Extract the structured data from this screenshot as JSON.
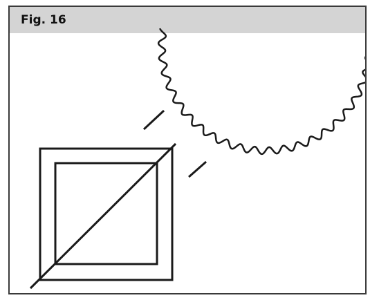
{
  "figure": {
    "label": "Fig. 16"
  },
  "diagram": {
    "stroke_color": "#1a1a1a",
    "header_color": "#d4d4d4",
    "elements": [
      "saw-blade",
      "outer-square",
      "inner-square",
      "diagonal-line",
      "guide-line-upper",
      "guide-line-lower"
    ]
  }
}
